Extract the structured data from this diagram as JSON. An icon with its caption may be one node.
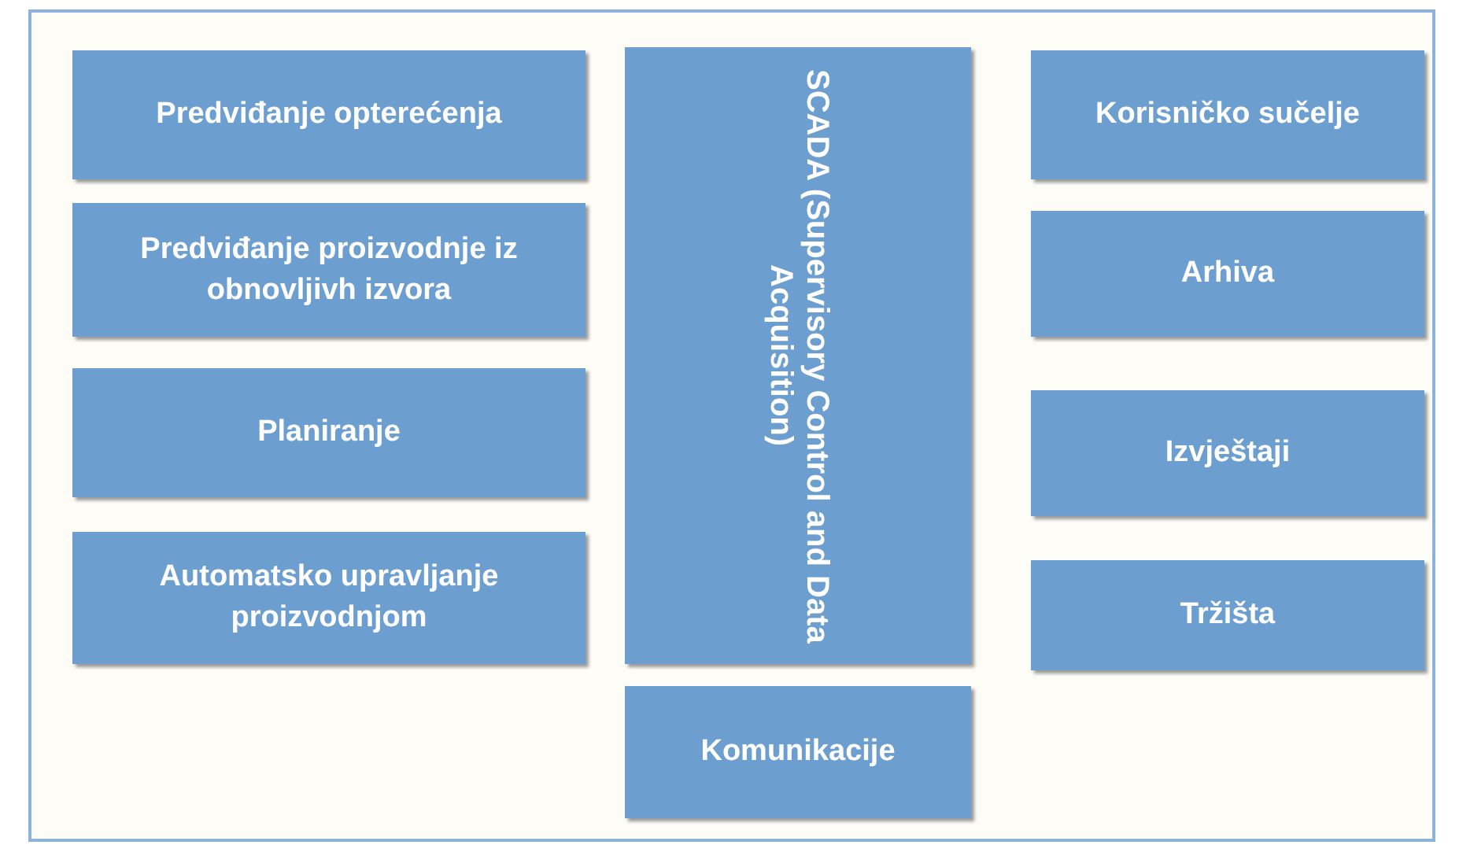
{
  "diagram": {
    "nodes": [
      {
        "text": [],
        "shape": "box"
      },
      {
        "text": [
          "Predviđanje opterećenja"
        ],
        "in": 0
      },
      {
        "text": [
          "Predviđanje proizvodnje iz obnovljivh izvora"
        ],
        "in": 0
      },
      {
        "text": [
          "Planiranje"
        ],
        "in": 0
      },
      {
        "text": [
          "Automatsko upravljanje proizvodnjom"
        ],
        "in": 0
      },
      {
        "text": [
          "SCADA (Supervisory Control and Data Acquisition)"
        ],
        "in": 0
      },
      {
        "text": [
          "Komunikacije"
        ],
        "in": 0
      },
      {
        "text": [
          "Korisničko sučelje"
        ],
        "in": 0
      },
      {
        "text": [
          "Arhiva"
        ],
        "in": 0
      },
      {
        "text": [
          "Izvještaji"
        ],
        "in": 0
      },
      {
        "text": [
          "Tržišta"
        ],
        "in": 0
      }
    ]
  }
}
